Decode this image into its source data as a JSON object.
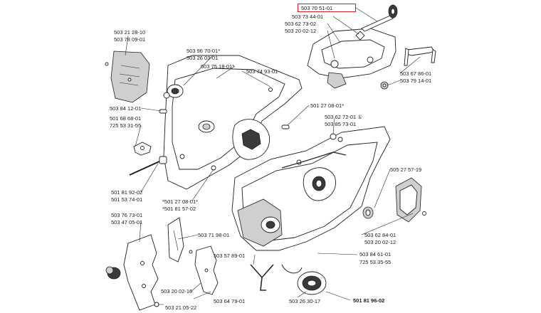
{
  "diagram": {
    "highlight_color": "#d8202a",
    "labels": [
      {
        "id": "l01",
        "text": "503 70 51-01",
        "highlighted": true
      },
      {
        "id": "l02",
        "text": "503 73 44-01"
      },
      {
        "id": "l03",
        "text": "503 62 73-02"
      },
      {
        "id": "l04",
        "text": "503 20 02-12"
      },
      {
        "id": "l05",
        "text": "503 21 28-10"
      },
      {
        "id": "l06",
        "text": "503 78 09-01"
      },
      {
        "id": "l07",
        "text": "503 96 70-01*"
      },
      {
        "id": "l08",
        "text": "503 26 03-01"
      },
      {
        "id": "l09",
        "text": "503 75 18-01*"
      },
      {
        "id": "l10",
        "text": "503 74 93-01"
      },
      {
        "id": "l11",
        "text": "503 67 86-01"
      },
      {
        "id": "l12",
        "text": "503 79 14-01"
      },
      {
        "id": "l13",
        "text": "503 84 12-01"
      },
      {
        "id": "l14",
        "text": "501 27 08-01*"
      },
      {
        "id": "l15",
        "text": "501 68 68-01"
      },
      {
        "id": "l16",
        "text": "725 53 31-55"
      },
      {
        "id": "l17",
        "text": "503 62 72-01 ①"
      },
      {
        "id": "l18",
        "text": "503 85 73-01"
      },
      {
        "id": "l19",
        "text": "505 27 57-19"
      },
      {
        "id": "l20",
        "text": "501 81 92-02"
      },
      {
        "id": "l21",
        "text": "501 53 74-01"
      },
      {
        "id": "l22",
        "text": "*501 27 08-01*"
      },
      {
        "id": "l23",
        "text": "*501 81 57-02"
      },
      {
        "id": "l24",
        "text": "503 76 73-01"
      },
      {
        "id": "l25",
        "text": "503 47 05-01"
      },
      {
        "id": "l26",
        "text": "503 71 98-01"
      },
      {
        "id": "l27",
        "text": "503 62 84-01"
      },
      {
        "id": "l28",
        "text": "503 20 02-12"
      },
      {
        "id": "l29",
        "text": "503 57 89-01"
      },
      {
        "id": "l30",
        "text": "503 84 61-01"
      },
      {
        "id": "l31",
        "text": "725 53 35-55"
      },
      {
        "id": "l32",
        "text": "503 20 02-16"
      },
      {
        "id": "l33",
        "text": "503 64 79-01"
      },
      {
        "id": "l34",
        "text": "503 26 30-17"
      },
      {
        "id": "l35",
        "text": "501 81 96-02",
        "bold": true
      },
      {
        "id": "l36",
        "text": "503 21 05-22"
      }
    ]
  }
}
